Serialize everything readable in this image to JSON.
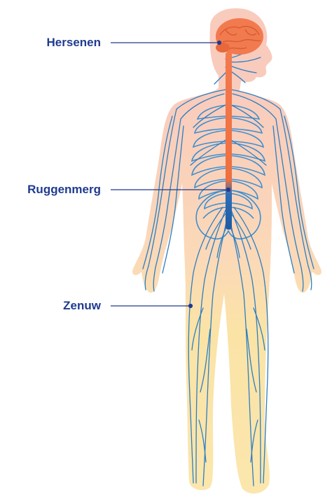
{
  "labels": {
    "brain": "Hersenen",
    "spinal_cord": "Ruggenmerg",
    "nerve": "Zenuw"
  },
  "colors": {
    "label_text": "#1f3b8f",
    "leader_line": "#1f3b8f",
    "nerve_blue": "#2a7fc4",
    "nerve_dark": "#1b5fa6",
    "brain_orange": "#f27a4f",
    "upper_skin": "#f9cfc0",
    "lower_skin": "#fbe3a3",
    "background": "#ffffff"
  }
}
